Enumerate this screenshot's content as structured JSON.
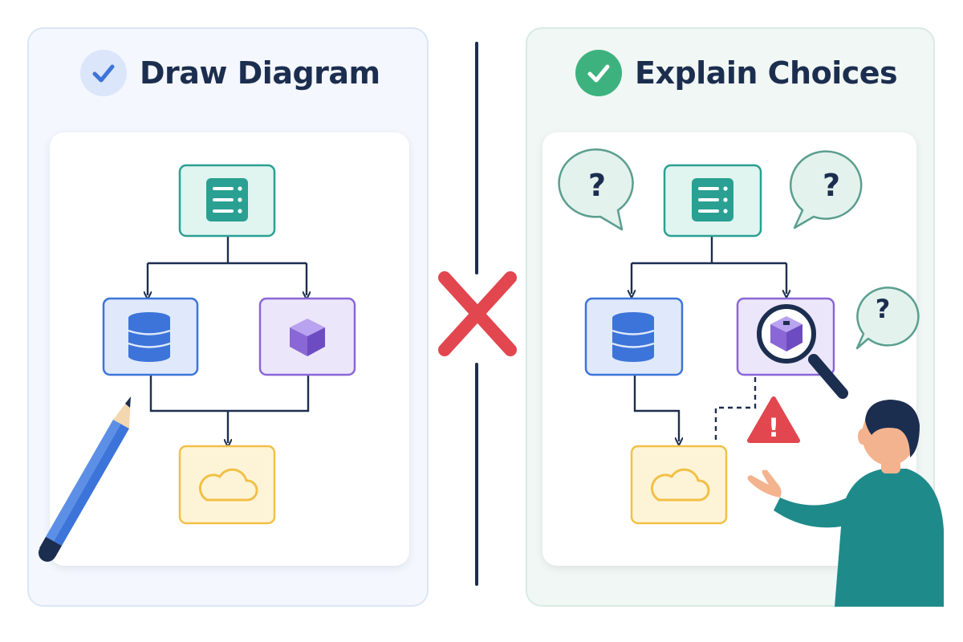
{
  "left_panel": {
    "title": "Draw Diagram",
    "badge_icon": "checkmark-icon",
    "badge_color": "#dbe6fb",
    "nodes": [
      "server-icon",
      "database-icon",
      "cube-icon",
      "cloud-icon"
    ],
    "tool_icon": "pencil-icon"
  },
  "right_panel": {
    "title": "Explain Choices",
    "badge_icon": "checkmark-icon",
    "badge_color": "#3db27e",
    "nodes": [
      "server-icon",
      "database-icon",
      "cube-icon",
      "cloud-icon"
    ],
    "question_marks": [
      "?",
      "?",
      "?"
    ],
    "warning_symbol": "!",
    "overlays": [
      "magnifier-icon",
      "warning-icon",
      "person-illustration"
    ]
  },
  "divider": {
    "icon": "cross-icon",
    "color": "#e2464e"
  },
  "colors": {
    "teal": "#2aa092",
    "blue": "#3d74d9",
    "purple": "#8a67d6",
    "yellow": "#f2c046",
    "navy": "#1c2e4f",
    "green": "#3db27e",
    "red": "#e2464e"
  }
}
